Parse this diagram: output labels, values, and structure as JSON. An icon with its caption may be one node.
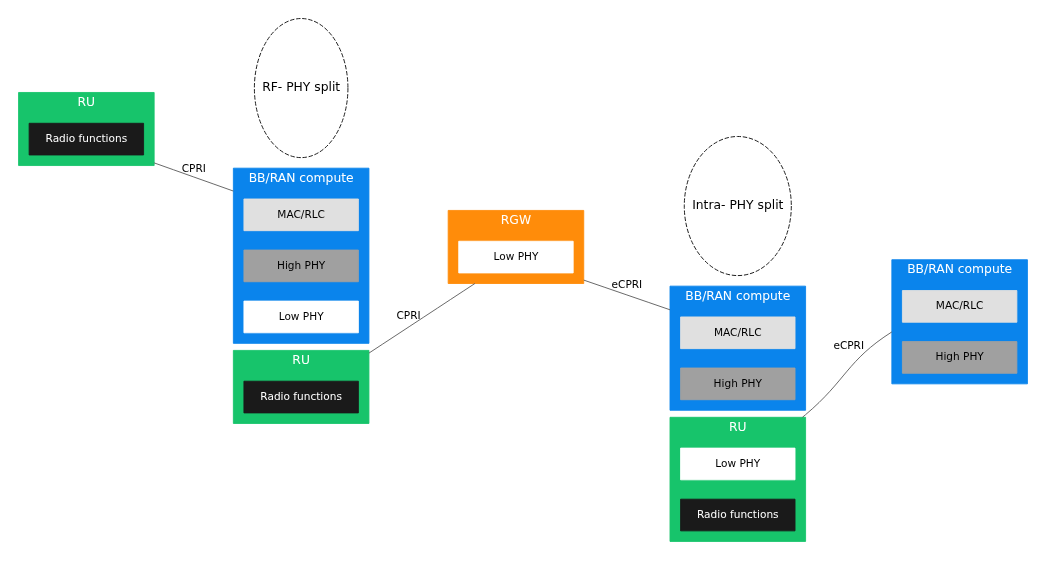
{
  "diagram": {
    "nodes": [
      {
        "text": [
          "RU"
        ]
      },
      {
        "text": [
          "Radio functions"
        ],
        "in": 0
      },
      {
        "text": [
          "RF- PHY split"
        ]
      },
      {
        "text": [
          "BB/RAN compute"
        ]
      },
      {
        "text": [
          "MAC/RLC"
        ],
        "in": 3
      },
      {
        "text": [
          "High PHY"
        ],
        "in": 3
      },
      {
        "text": [
          "Low PHY"
        ],
        "in": 3
      },
      {
        "text": [
          "RU"
        ]
      },
      {
        "text": [
          "Radio functions"
        ],
        "in": 7
      },
      {
        "text": [
          "RGW"
        ]
      },
      {
        "text": [
          "Low PHY"
        ],
        "in": 9
      },
      {
        "text": [
          "Intra- PHY split"
        ]
      },
      {
        "text": [
          "BB/RAN compute"
        ]
      },
      {
        "text": [
          "MAC/RLC"
        ],
        "in": 12
      },
      {
        "text": [
          "High PHY"
        ],
        "in": 12
      },
      {
        "text": [
          "RU"
        ]
      },
      {
        "text": [
          "Low PHY"
        ],
        "in": 15
      },
      {
        "text": [
          "Radio functions"
        ],
        "in": 15
      },
      {
        "text": [
          "BB/RAN compute"
        ]
      },
      {
        "text": [
          "MAC/RLC"
        ],
        "in": 18
      },
      {
        "text": [
          "High PHY"
        ],
        "in": 18
      }
    ],
    "edges": [
      {
        "from": 0,
        "to": 3,
        "arrow": "none",
        "label": "CPRI"
      },
      {
        "from": 7,
        "to": 9,
        "arrow": "none",
        "label": "CPRI"
      },
      {
        "from": 9,
        "to": 12,
        "arrow": "none",
        "label": "eCPRI"
      },
      {
        "from": 15,
        "to": 18,
        "arrow": "none",
        "label": "eCPRI"
      }
    ]
  }
}
